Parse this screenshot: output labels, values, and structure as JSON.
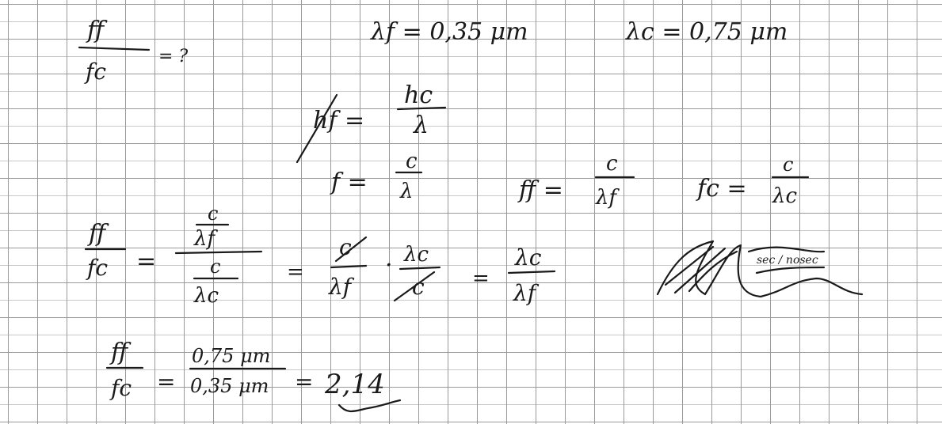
{
  "row1": {
    "ratio_num": "ff",
    "ratio_den": "fc",
    "ratio_eq": "= ?",
    "lambda_f": "λf = 0,35 μm",
    "lambda_c": "λc = 0,75 μm"
  },
  "row2": {
    "crossed_lhs": "hf =",
    "num": "hc",
    "den": "λ"
  },
  "row3": {
    "f_lhs": "f =",
    "f_num": "c",
    "f_den": "λ",
    "ff_lhs": "ff =",
    "ff_num": "c",
    "ff_den": "λf",
    "fc_lhs": "fc =",
    "fc_num": "c",
    "fc_den": "λc"
  },
  "row4": {
    "lhs_num": "ff",
    "lhs_den": "fc",
    "eq1": "=",
    "big_top_num": "c",
    "big_top_den": "λf",
    "big_bot_num": "c",
    "big_bot_den": "λc",
    "eq2": "=",
    "t1_num": "c",
    "t1_den": "λf",
    "dot": "·",
    "t2_num": "λc",
    "t2_den": "c",
    "eq3": "=",
    "res_num": "λc",
    "res_den": "λf",
    "scribble_text": "sec / nosec"
  },
  "row5": {
    "lhs_num": "ff",
    "lhs_den": "fc",
    "eq1": "=",
    "val_num": "0,75 μm",
    "val_den": "0,35 μm",
    "eq2": "=",
    "answer": "2,14"
  }
}
